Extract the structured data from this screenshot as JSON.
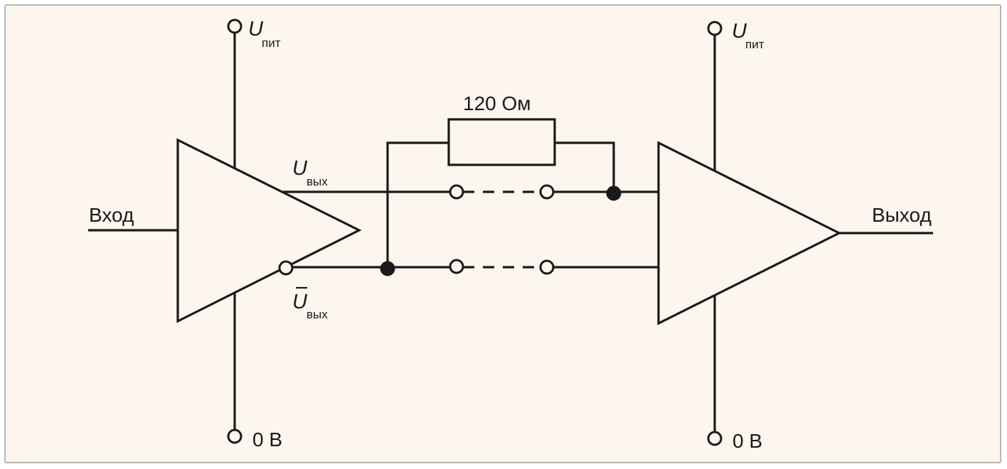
{
  "labels": {
    "input": "Вход",
    "output": "Выход",
    "resistor": "120 Ом",
    "supply_left": "U",
    "supply_left_sub": "пит",
    "supply_right": "U",
    "supply_right_sub": "пит",
    "ground_left": "0 В",
    "ground_right": "0 В",
    "out_pos": "U",
    "out_pos_sub": "вых",
    "out_neg": "U",
    "out_neg_sub": "вых"
  },
  "colors": {
    "background": "#fcf6ef",
    "border": "#b5b5b5",
    "wire": "#1a1a1a"
  }
}
